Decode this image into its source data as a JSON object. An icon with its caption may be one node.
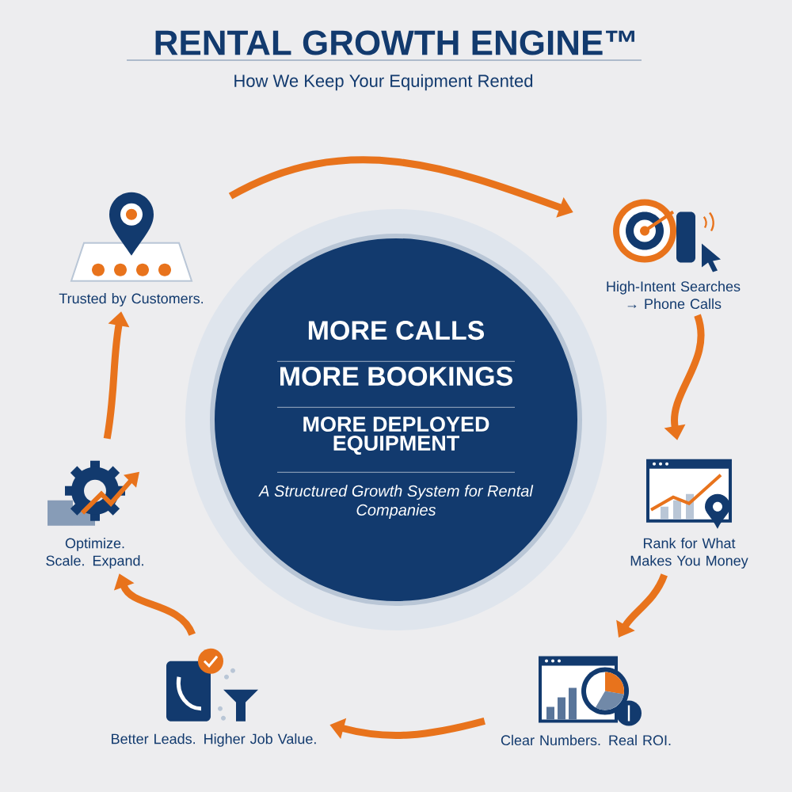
{
  "diagram": {
    "title": "RENTAL GROWTH ENGINE™",
    "caption": "How We Keep Your Equipment Rented",
    "nodes": [
      {
        "text": [
          "MORE CALLS",
          "MORE BOOKINGS",
          "MORE DEPLOYED EQUIPMENT",
          "A Structured Growth System for Rental Companies"
        ]
      },
      {
        "text": [
          "Trusted by Customers."
        ]
      },
      {
        "text": [
          "High-Intent Searches → Phone Calls"
        ]
      },
      {
        "text": [
          "Rank for What Makes You Money"
        ]
      },
      {
        "text": [
          "Clear Numbers. Real ROI."
        ]
      },
      {
        "text": [
          "Better Leads. Higher Job Value."
        ]
      },
      {
        "text": [
          "Optimize. Scale. Expand."
        ]
      }
    ],
    "edges": [
      {
        "from": 1,
        "to": 2,
        "arrow": "to"
      },
      {
        "from": 2,
        "to": 3,
        "arrow": "to"
      },
      {
        "from": 3,
        "to": 4,
        "arrow": "to"
      },
      {
        "from": 4,
        "to": 5,
        "arrow": "to"
      },
      {
        "from": 5,
        "to": 6,
        "arrow": "to"
      },
      {
        "from": 6,
        "to": 1,
        "arrow": "to"
      }
    ]
  }
}
